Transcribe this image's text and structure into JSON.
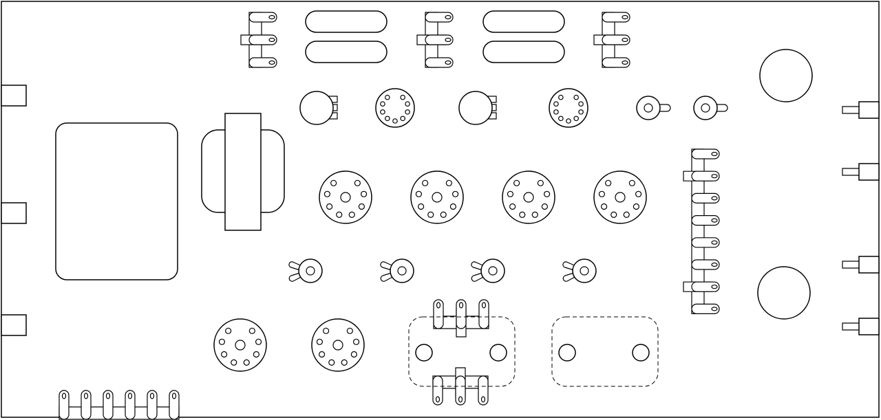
{
  "diagram": {
    "kind": "chassis-layout",
    "colors": {
      "stroke": "#000000",
      "fill": "#ffffff"
    },
    "parts": [
      "chassis-outline",
      "power-transformer",
      "output-transformer",
      "filter-capacitor",
      "tube-socket-9pin",
      "tube-socket-octal",
      "terminal-strip",
      "potentiometer",
      "jack",
      "trimmer",
      "rca-connector",
      "mounting-hole",
      "choke-mount"
    ]
  }
}
